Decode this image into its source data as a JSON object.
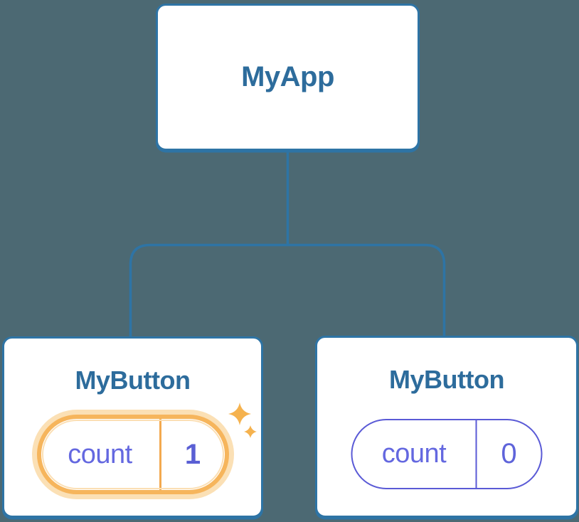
{
  "tree": {
    "root": {
      "label": "MyApp"
    },
    "children": [
      {
        "label": "MyButton",
        "state_key": "count",
        "state_value": "1",
        "highlighted": true
      },
      {
        "label": "MyButton",
        "state_key": "count",
        "state_value": "0",
        "highlighted": false
      }
    ]
  },
  "icons": {
    "sparkles": "sparkles-icon"
  },
  "colors": {
    "background": "#4c6973",
    "node_border": "#2e74a5",
    "node_text": "#2d6c9c",
    "connector": "#2e74a5",
    "state_indigo": "#5a5ad6",
    "state_text": "#6468e0",
    "highlight_ring": "#f6b55c",
    "highlight_glow": "#fbe0b5",
    "sparkle": "#f5b24e"
  }
}
